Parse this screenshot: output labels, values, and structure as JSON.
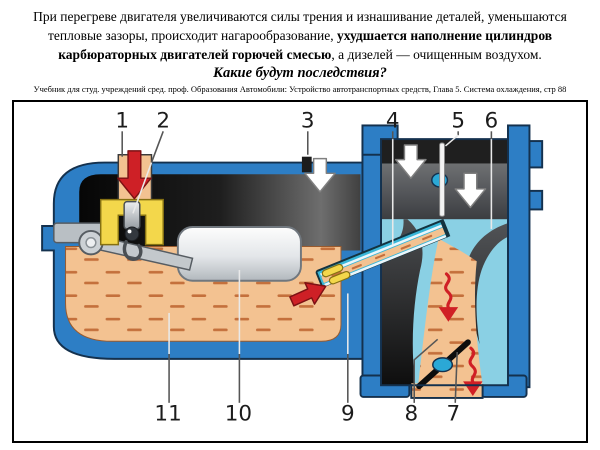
{
  "header": {
    "text_before": "При перегреве двигателя увеличиваются силы трения и изнашивание деталей, уменьшаются тепловые зазоры, происходит нагарообразование, ",
    "text_bold": "ухудшается наполнение цилиндров карбюраторных двигателей горючей смесью",
    "text_after": ", а дизелей — очищенным воздухом.",
    "question": "Какие будут последствия?",
    "citation": "Учебник для студ. учреждений сред. проф. Образования Автомобили: Устройство автотранспортных средств, Глава 5. Система охлаждения, стр 88"
  },
  "diagram": {
    "labels": [
      "1",
      "2",
      "3",
      "4",
      "5",
      "6",
      "7",
      "8",
      "9",
      "10",
      "11"
    ],
    "colors": {
      "body_blue": "#2d7ec5",
      "venturi_blue": "#8ad0e4",
      "tube_teal": "#38b6d8",
      "fuel_tan": "#f3c291",
      "fuel_dash": "#c4703c",
      "arrow_red": "#ce2026",
      "jet_yellow": "#f3d74b",
      "chamber_dark": "#111111",
      "metal_grey": "#55575a"
    }
  }
}
